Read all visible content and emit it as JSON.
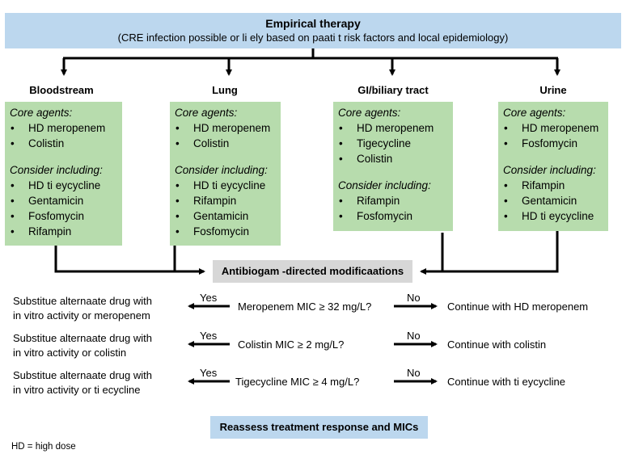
{
  "header": {
    "title": "Empirical therapy",
    "subtitle": "(CRE infection possible or li  ely based on paati  t risk factors and local epidemiology)"
  },
  "sites": [
    {
      "name": "Bloodstream",
      "core_label": "Core agents:",
      "core": [
        "HD meropenem",
        "Colistin"
      ],
      "consider_label": "Consider including:",
      "consider": [
        "HD ti  eycycline",
        "Gentamicin",
        "Fosfomycin",
        "Rifampin"
      ]
    },
    {
      "name": "Lung",
      "core_label": "Core agents:",
      "core": [
        "HD meropenem",
        "Colistin"
      ],
      "consider_label": "Consider including:",
      "consider": [
        "HD ti  eycycline",
        "Rifampin",
        "Gentamicin",
        "Fosfomycin"
      ]
    },
    {
      "name": "GI/biliary tract",
      "core_label": "Core agents:",
      "core": [
        "HD meropenem",
        "Tigecycline",
        "Colistin"
      ],
      "consider_label": "Consider including:",
      "consider": [
        "Rifampin",
        "Fosfomycin"
      ]
    },
    {
      "name": "Urine",
      "core_label": "Core agents:",
      "core": [
        "HD meropenem",
        "Fosfomycin"
      ],
      "consider_label": "Consider including:",
      "consider": [
        "Rifampin",
        "Gentamicin",
        "HD ti  eycycline"
      ]
    }
  ],
  "modifications_label": "Antibiogam  -directed modificaations",
  "decisions": [
    {
      "left_line1": "Substitue alternaate drug with",
      "left_line2": "in vitro activity or   meropenem",
      "yes": "Yes",
      "criterion": "Meropenem MIC ≥ 32 mg/L?",
      "no": "No",
      "right": "Continue with HD meropenem"
    },
    {
      "left_line1": "Substitue alternaate drug with",
      "left_line2": "in vitro activity or  colistin",
      "yes": "Yes",
      "criterion": "Colistin MIC ≥ 2 mg/L?",
      "no": "No",
      "right": "Continue with colistin"
    },
    {
      "left_line1": "Substitue alternaate drug with",
      "left_line2": "in vitro activity or   ti   ecycline",
      "yes": "Yes",
      "criterion": "Tigecycline MIC ≥ 4 mg/L?",
      "no": "No",
      "right": "Continue with ti  eycycline"
    }
  ],
  "reassess_label": "Reassess treatment response and MICs",
  "footnote": "HD = high dose",
  "colors": {
    "header_fill": "#bcd7ee",
    "site_box_fill": "#b7dcad",
    "modifications_fill": "#d7d7d7",
    "line": "#000000"
  }
}
